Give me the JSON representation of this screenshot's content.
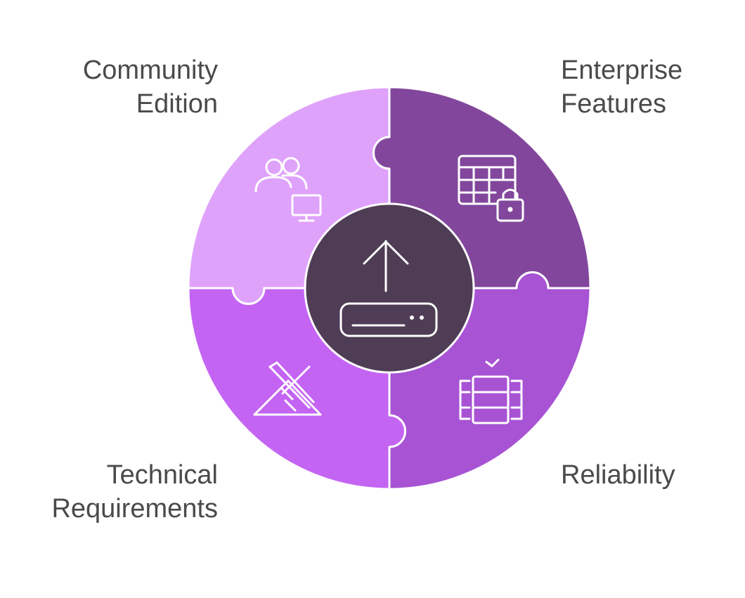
{
  "colors": {
    "community": "#dfa2fb",
    "enterprise": "#82479c",
    "technical": "#c464f3",
    "reliability": "#a753d4",
    "center": "#4f3c55",
    "outline": "#ffffff",
    "text": "#4a4a4a"
  },
  "segments": [
    {
      "key": "community",
      "line1": "Community",
      "line2": "Edition",
      "icon": "users-computer-icon"
    },
    {
      "key": "enterprise",
      "line1": "Enterprise",
      "line2": "Features",
      "icon": "table-lock-icon"
    },
    {
      "key": "technical",
      "line1": "Technical",
      "line2": "Requirements",
      "icon": "tools-mountain-icon"
    },
    {
      "key": "reliability",
      "line1": "Reliability",
      "line2": "",
      "icon": "server-check-icon"
    }
  ],
  "center": {
    "icon": "upload-device-icon"
  }
}
